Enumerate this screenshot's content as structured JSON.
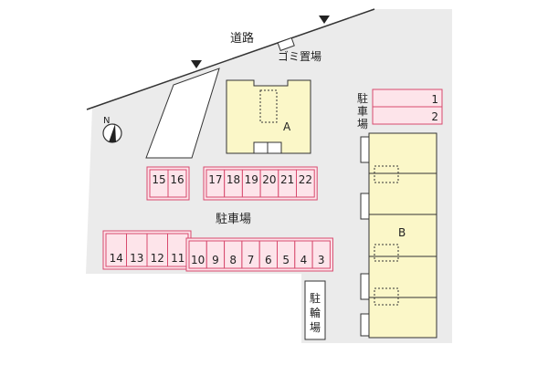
{
  "labels": {
    "road": "道路",
    "garbage": "ゴミ置場",
    "parking_main": "駐車場",
    "parking_side": "駐車場",
    "bicycle": "駐輪場",
    "compass": "N"
  },
  "buildings": [
    {
      "id": "A",
      "label": "A"
    },
    {
      "id": "B",
      "label": "B"
    }
  ],
  "parking_spaces": {
    "top_right": [
      "1",
      "2"
    ],
    "row_15_16": [
      "15",
      "16"
    ],
    "row_17_22": [
      "17",
      "18",
      "19",
      "20",
      "21",
      "22"
    ],
    "row_14_11": [
      "14",
      "13",
      "12",
      "11"
    ],
    "row_10_3": [
      "10",
      "9",
      "8",
      "7",
      "6",
      "5",
      "4",
      "3"
    ]
  },
  "colors": {
    "site": "#ebebeb",
    "building": "#fbf7c8",
    "parking_fill": "#fde4ea",
    "parking_stroke": "#d84a6e",
    "line": "#333333"
  }
}
